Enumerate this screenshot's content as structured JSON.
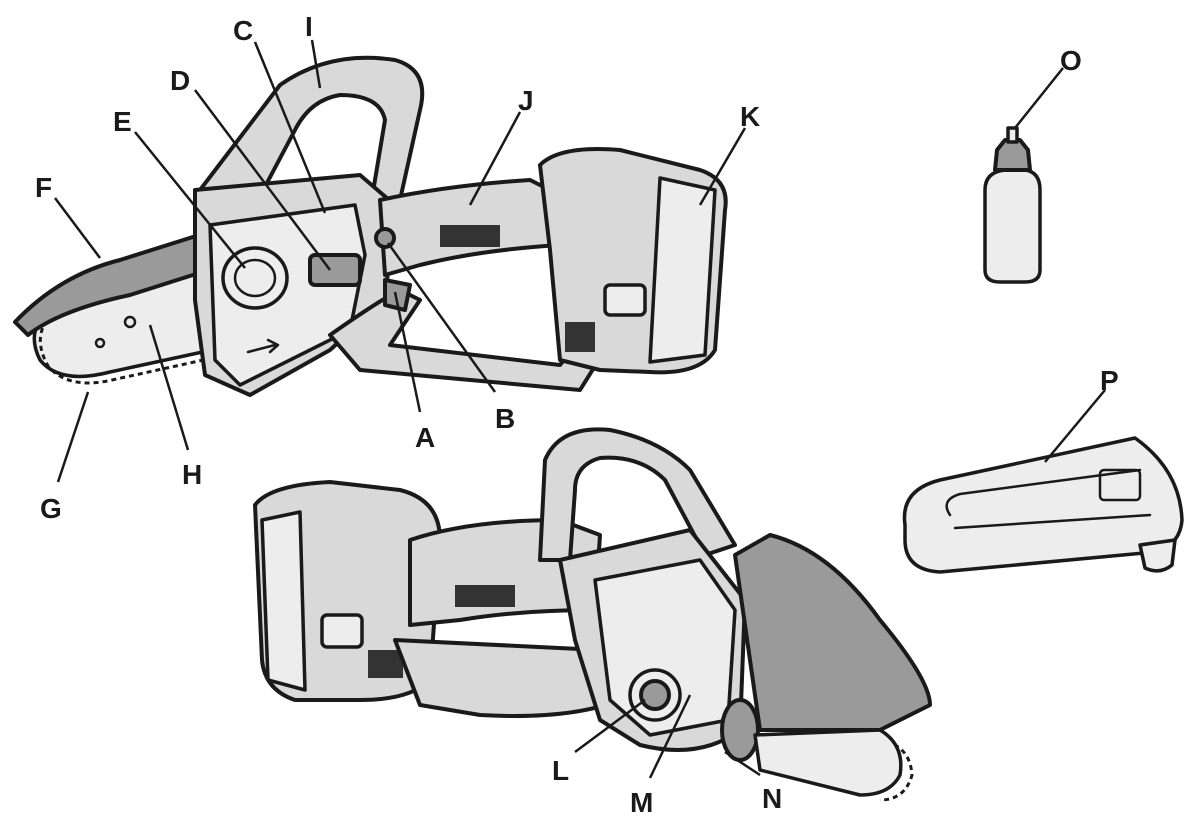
{
  "callouts": [
    {
      "id": "A",
      "label": "A"
    },
    {
      "id": "B",
      "label": "B"
    },
    {
      "id": "C",
      "label": "C"
    },
    {
      "id": "D",
      "label": "D"
    },
    {
      "id": "E",
      "label": "E"
    },
    {
      "id": "F",
      "label": "F"
    },
    {
      "id": "G",
      "label": "G"
    },
    {
      "id": "H",
      "label": "H"
    },
    {
      "id": "I",
      "label": "I"
    },
    {
      "id": "J",
      "label": "J"
    },
    {
      "id": "K",
      "label": "K"
    },
    {
      "id": "L",
      "label": "L"
    },
    {
      "id": "M",
      "label": "M"
    },
    {
      "id": "N",
      "label": "N"
    },
    {
      "id": "O",
      "label": "O"
    },
    {
      "id": "P",
      "label": "P"
    }
  ]
}
